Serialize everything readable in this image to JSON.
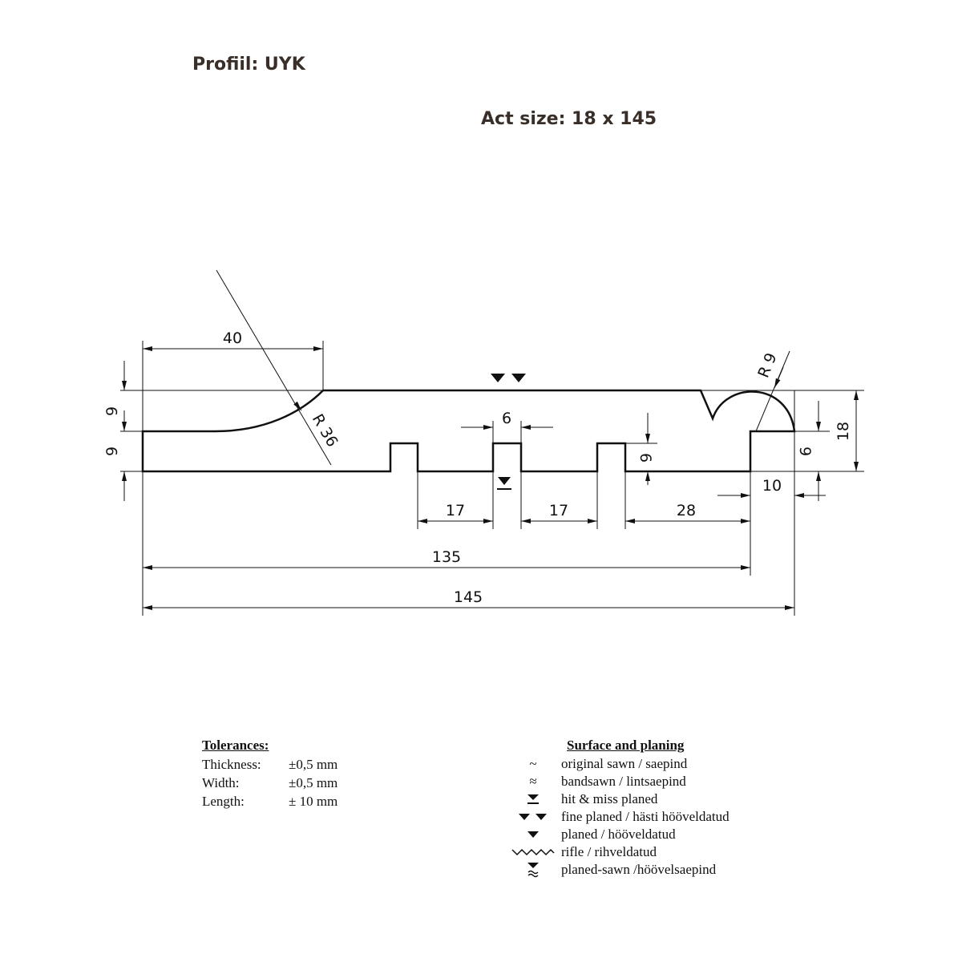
{
  "header": {
    "profile": "Profiil: UYK",
    "act_size": "Act size: 18 x 145"
  },
  "dimensions": {
    "d40": "40",
    "r36": "R 36",
    "r9": "R 9",
    "d6_top": "6",
    "d6_side": "6",
    "d9_upper": "9",
    "d9_lower": "9",
    "d9_right": "9",
    "d18": "18",
    "d10": "10",
    "d17_a": "17",
    "d17_b": "17",
    "d28": "28",
    "d135": "135",
    "d145": "145"
  },
  "tolerances": {
    "title": "Tolerances:",
    "rows": [
      {
        "label": "Thickness:",
        "value": "±0,5 mm"
      },
      {
        "label": "Width:",
        "value": "±0,5 mm"
      },
      {
        "label": "Length:",
        "value": "± 10 mm"
      }
    ]
  },
  "surface": {
    "title": "Surface and planing",
    "items": [
      {
        "icon": "tilde-icon",
        "symbol": "~",
        "label": "original sawn / saepind"
      },
      {
        "icon": "double-tilde-icon",
        "symbol": "≈",
        "label": "bandsawn / lintsaepind"
      },
      {
        "icon": "hit-miss-planed-icon",
        "label": "hit & miss planed"
      },
      {
        "icon": "fine-planed-icon",
        "label": "fine planed / hästi hööveldatud"
      },
      {
        "icon": "planed-icon",
        "label": "planed / hööveldatud"
      },
      {
        "icon": "rifle-icon",
        "label": "rifle / rihveldatud"
      },
      {
        "icon": "planed-sawn-icon",
        "label": "planed-sawn /höövelsaepind"
      }
    ]
  }
}
